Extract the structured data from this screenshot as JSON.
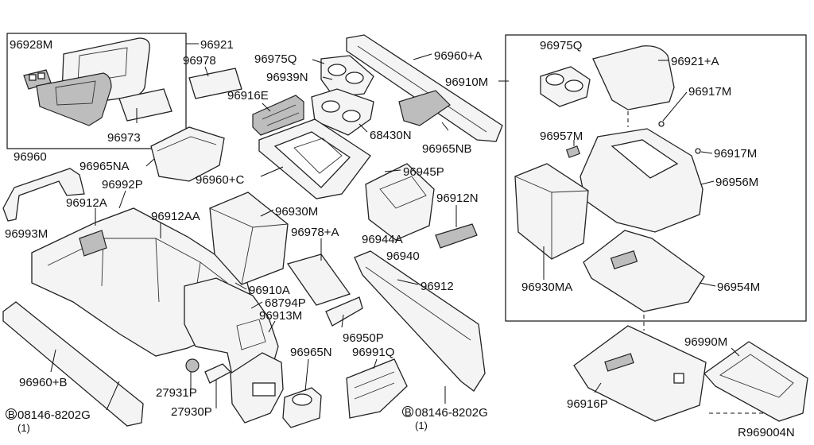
{
  "diagram_id": "R969004N",
  "labels": {
    "p96928M": "96928M",
    "p96921": "96921",
    "p96978": "96978",
    "p96973": "96973",
    "p96975Q_a": "96975Q",
    "p96939N": "96939N",
    "p96916E": "96916E",
    "p96960A": "96960+A",
    "p96910M": "96910M",
    "p68430N": "68430N",
    "p96965NB": "96965NB",
    "p96965NA": "96965NA",
    "p96960C": "96960+C",
    "p96960": "96960",
    "p96992P": "96992P",
    "p96912A": "96912A",
    "p96912AA": "96912AA",
    "p96993M": "96993M",
    "p96930M": "96930M",
    "p96945P": "96945P",
    "p96912N": "96912N",
    "p96944A": "96944A",
    "p96940": "96940",
    "p96978A": "96978+A",
    "p96912": "96912",
    "p96910A": "96910A",
    "p68794P": "68794P",
    "p96913M": "96913M",
    "p96950P": "96950P",
    "p96965N": "96965N",
    "p96991Q": "96991Q",
    "p96960B": "96960+B",
    "p27931P": "27931P",
    "p27930P": "27930P",
    "p08146a": "08146-8202G",
    "p08146b": "08146-8202G",
    "qty1a": "(1)",
    "qty1b": "(1)",
    "boltA": "B",
    "boltB": "B",
    "p96975Q_b": "96975Q",
    "p96921A": "96921+A",
    "p96917M_a": "96917M",
    "p96957M": "96957M",
    "p96917M_b": "96917M",
    "p96956M": "96956M",
    "p96930MA": "96930MA",
    "p96954M": "96954M",
    "p96990M": "96990M",
    "p96916P": "96916P"
  }
}
